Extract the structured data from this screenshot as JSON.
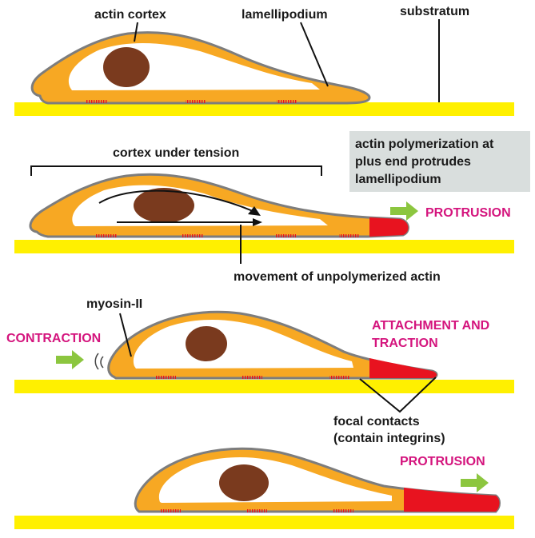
{
  "colors": {
    "substratum": "#FFF000",
    "cortex": "#F7A823",
    "cortex_outline": "#7d7d7d",
    "cytoplasm": "#FFFFFF",
    "nucleus": "#7A3A1E",
    "polymerized_actin": "#E8131F",
    "arrow_green": "#8CC63F",
    "magenta_label": "#D4147D",
    "callout_box": "#D9DEDD"
  },
  "panel1": {
    "actin_cortex": "actin cortex",
    "lamellipodium": "lamellipodium",
    "substratum": "substratum"
  },
  "panel2": {
    "cortex_under_tension": "cortex under tension",
    "callout": [
      "actin polymerization at",
      "plus end protrudes",
      "lamellipodium"
    ],
    "protrusion": "PROTRUSION",
    "movement": "movement of unpolymerized actin"
  },
  "panel3": {
    "myosin": "myosin-II",
    "contraction": "CONTRACTION",
    "attachment": [
      "ATTACHMENT AND",
      "TRACTION"
    ],
    "focal_contacts": [
      "focal contacts",
      "(contain integrins)"
    ]
  },
  "panel4": {
    "protrusion": "PROTRUSION"
  }
}
